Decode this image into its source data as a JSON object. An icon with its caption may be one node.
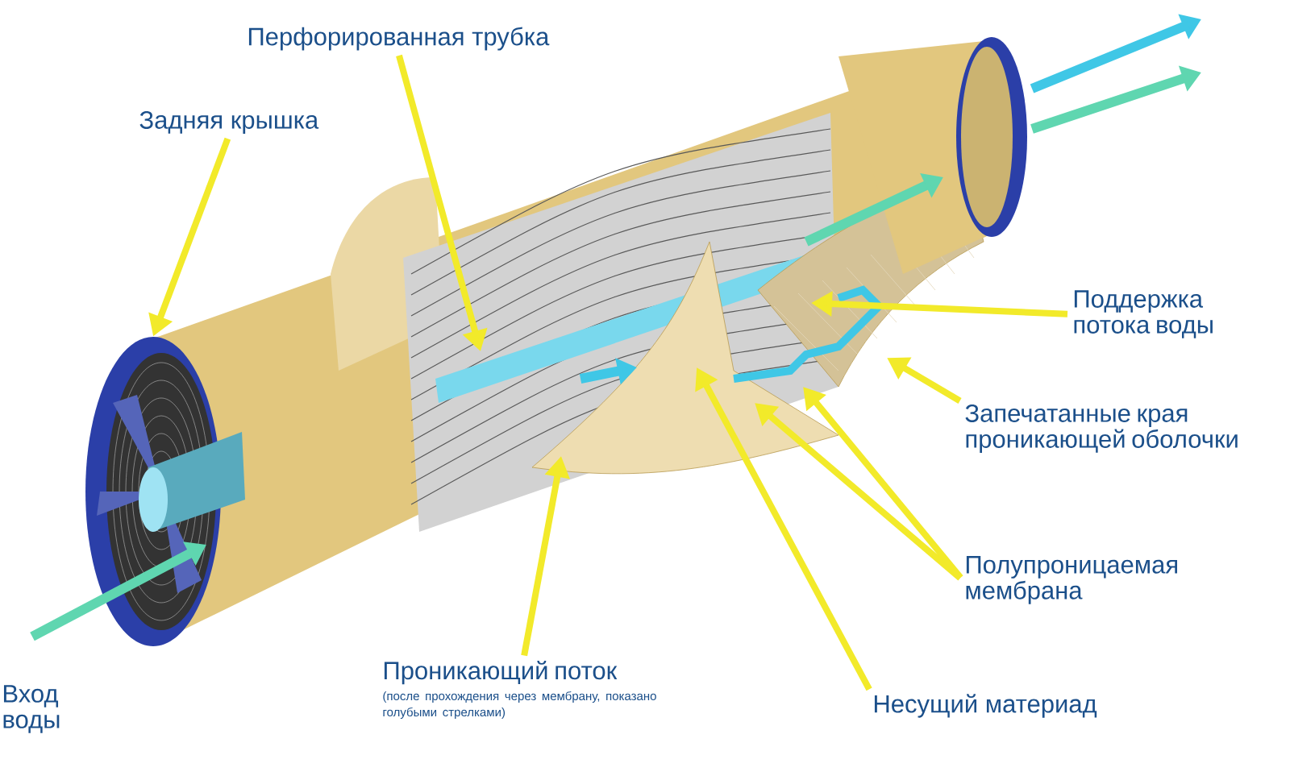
{
  "diagram": {
    "nodes": [
      {
        "text": [
          "Перфорированная трубка"
        ]
      },
      {
        "text": [
          "Задняя крышка"
        ]
      },
      {
        "text": [
          "Поддержка потока воды"
        ]
      },
      {
        "text": [
          "Запечатанные края проникающей оболочки"
        ]
      },
      {
        "text": [
          "Полупроницаемая мембрана"
        ]
      },
      {
        "text": [
          "Несущий материад"
        ]
      },
      {
        "text": [
          "Проникающий поток",
          "(после прохождения через мембрану, показано голубыми стрелками)"
        ]
      },
      {
        "text": [
          "Вход воды"
        ]
      },
      {
        "text": [],
        "shape": "picture"
      }
    ],
    "edges": [
      {
        "from": 0,
        "to": null,
        "arrow": "to"
      },
      {
        "from": 1,
        "to": 8,
        "arrow": "to"
      },
      {
        "from": 2,
        "to": null,
        "arrow": "to"
      },
      {
        "from": 3,
        "to": null,
        "arrow": "to"
      },
      {
        "from": 4,
        "to": null,
        "arrow": "to"
      },
      {
        "from": 4,
        "to": null,
        "arrow": "to"
      },
      {
        "from": 5,
        "to": null,
        "arrow": "to"
      },
      {
        "from": 6,
        "to": null,
        "arrow": "to"
      }
    ]
  }
}
